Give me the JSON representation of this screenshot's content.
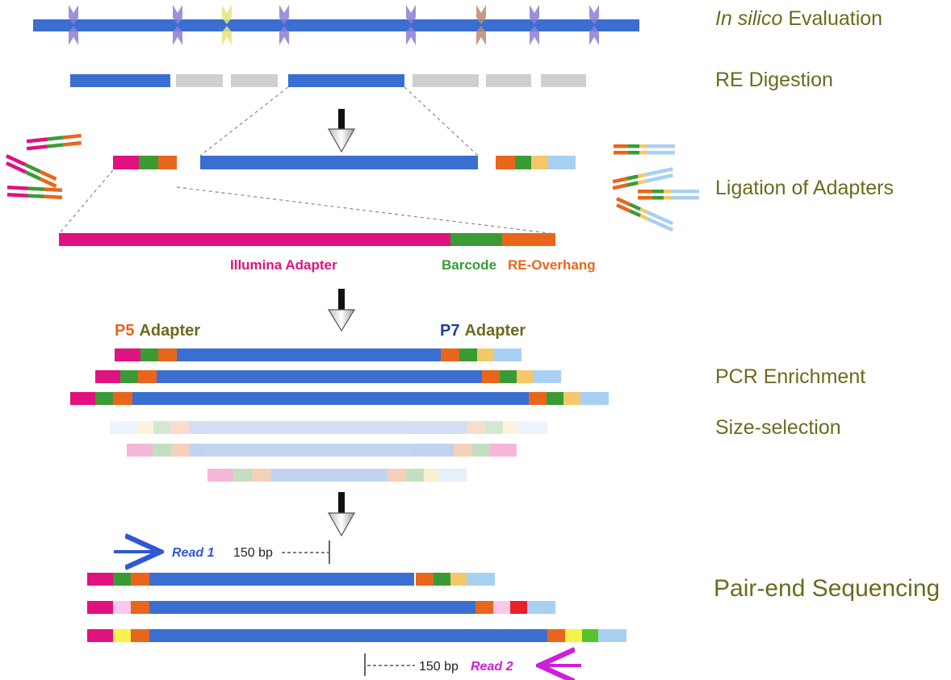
{
  "steps": {
    "in_silico_italic": "In silico",
    "in_silico_rest": " Evaluation",
    "re_digestion": "RE Digestion",
    "ligation": "Ligation of Adapters",
    "pcr": "PCR Enrichment",
    "size_selection": "Size-selection",
    "sequencing": "Pair-end Sequencing"
  },
  "adapter_parts": {
    "illumina": "Illumina Adapter",
    "barcode": "Barcode",
    "overhang": "RE-Overhang"
  },
  "adapters": {
    "p5_code": "P5",
    "p7_code": "P7",
    "word": "Adapter"
  },
  "reads": {
    "read1": "Read 1",
    "read2": "Read 2",
    "length": "150 bp"
  },
  "colors": {
    "dna": "#3a6fd1",
    "fragment_gray": "#cfcfcf",
    "illumina": "#e0127f",
    "barcode": "#3a9b35",
    "overhang": "#e8661c",
    "p7_yellow": "#f4c86a",
    "p7_blue": "#a8d0f2",
    "label_olive": "#6b6b1e",
    "p7_label": "#1d3f9e",
    "read1": "#2f58d6",
    "read2": "#cc1fd8",
    "site_purple": "#8e7cd6",
    "site_yellow": "#e4e47c",
    "site_brown": "#b88972"
  }
}
